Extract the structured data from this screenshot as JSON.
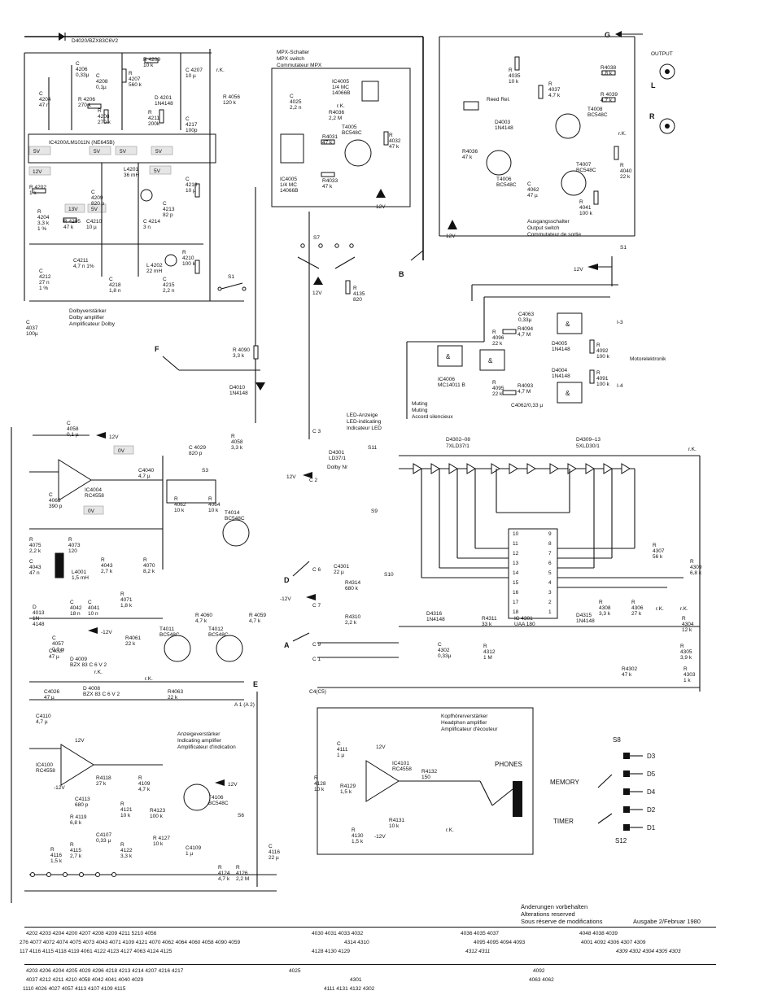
{
  "top_diode_label": "D4020/BZX83C6V2",
  "terminals": {
    "G": "G",
    "B": "B",
    "F": "F",
    "E": "E",
    "D": "D",
    "A": "A",
    "L": "L",
    "R": "R",
    "rk": "r.K."
  },
  "output": {
    "title": "OUTPUT",
    "L": "L",
    "R": "R"
  },
  "mpx": {
    "l1": "MPX-Schalter",
    "l2": "MPX switch",
    "l3": "Commutateur MPX"
  },
  "dolby_ic": "IC4200/LM1011N   (NE645B)",
  "dolby_amp": {
    "l1": "Dolbyverstärker",
    "l2": "Dolby amplifier",
    "l3": "Amplificateur Dolby"
  },
  "reed": "Reed Rel.",
  "out_switch": {
    "l1": "Ausgangsschalter",
    "l2": "Output switch",
    "l3": "Commutateur de sortie"
  },
  "motor": "Motorelektronik",
  "muting": {
    "l1": "Muting",
    "l2": "Muting",
    "l3": "Accord silencieux"
  },
  "led": {
    "l1": "LED-Anzeige",
    "l2": "LED-indicating",
    "l3": "Indicateur LED"
  },
  "led_groups": {
    "g1": "D4302–08",
    "g1b": "7XLD37/1",
    "g2": "D4309–13",
    "g2b": "5XLD30/1"
  },
  "dolby_nr": "Dolby Nr",
  "ind_amp": {
    "l1": "Anzeigeverstärker",
    "l2": "Indicating amplifier",
    "l3": "Amplificateur d'indication"
  },
  "head_amp": {
    "l1": "Kopfhörerverstärker",
    "l2": "Headphon amplifier",
    "l3": "Amplificateur d'écouteur"
  },
  "phones": "PHONES",
  "memory": "MEMORY",
  "timer": "TIMER",
  "s8_outputs": [
    "D3",
    "D5",
    "D4",
    "D2",
    "D1"
  ],
  "switches": {
    "s1": "S1",
    "s3": "S3",
    "s6": "S6",
    "s7": "S7",
    "s8": "S8",
    "s9": "S9",
    "s10": "S10",
    "s11": "S11",
    "s12": "S12"
  },
  "supply": {
    "p12": "12V",
    "m12": "-12V",
    "v5": "5V",
    "v13": "13V",
    "v0": "0V",
    "v12box": "12V"
  },
  "components": {
    "R4209": "R 4209\n10 k",
    "C4207": "C 4207\n10 µ",
    "C4206": "C\n4206\n0,33µ",
    "C4208": "C\n4208\n0,1µ",
    "R4207": "R\n4207\n560 k",
    "R4206": "R 4206\n270 k",
    "D4201": "D 4201\n1N4148",
    "R4056": "R 4056\n120 k",
    "C4204": "C\n4204\n47 n",
    "R4208": "R\n4208\n270 k",
    "R4211": "R\n4211\n200k",
    "C4217": "C\n4217\n100p",
    "IC4005a": "IC4005\n1/4 MC\n14066B",
    "C4025": "C\n4025\n2,2 n",
    "R4036": "R4036\n2,2 M",
    "T4005": "T4005\nBC548C",
    "R4031": "R4031\n47 k",
    "R4032": "R\n4032\n47 k",
    "R4033": "R4033\n47 k",
    "IC4005b": "IC4005\n1/4 MC\n14066B",
    "R4035": "R\n4035\n10 k",
    "R4037": "R\n4037\n4,7 k",
    "T4008": "T4008\nBC548C",
    "R4038": "R4038\n1,8 k",
    "R4039": "R 4039\n4,7 k",
    "D4003": "D4003\n1N4148",
    "R4036b": "R4036\n47 k",
    "T4006": "T4006\nBC548C",
    "T4007": "T4007\nBC548C",
    "C4062": "C\n4062\n47 µ",
    "R4041": "R\n4041\n100 k",
    "R4040": "R\n4040\n22 k",
    "R4202": "R 4202\n1 k",
    "C4209": "C\n4209\n820 p",
    "L4201": "L4201\n36 mH",
    "C4213": "C\n4213\n82 p",
    "R4204": "R\n4204\n3,3 k\n1 %",
    "R4205": "R 4205\n47 k",
    "C4210": "C4210\n10 µ",
    "C4214": "C 4214\n3 n",
    "C4216": "C\n4216\n10 µ",
    "C4211": "C4211\n4,7 n 1%",
    "C4212": "C\n4212\n27 n\n1 %",
    "C4218": "C\n4218\n1,8 n",
    "L4202": "L 4202\n22 mH",
    "R4210": "R\n4210\n100 k",
    "C4215": "C\n4215\n2,2 n",
    "C4037": "C\n4037\n100µ",
    "R4135": "R\n4135\n820",
    "C4063": "C4063\n0,33µ",
    "R4096": "R\n4096\n22 k",
    "R4094": "R4094\n4,7 M",
    "D4005": "D4005\n1N4148",
    "R4092": "R\n4092\n100 k",
    "IC4006": "IC4006\nMC14011 B",
    "D4004": "D4004\n1N4148",
    "R4095": "R\n4095\n22 k",
    "R4093": "R4093\n4,7 M",
    "R4091": "R\n4091\n100 k",
    "C4062b": "C4062/0,33 µ",
    "R4090": "R 4090\n3,3 k",
    "D4010": "D4010\n1N4148",
    "C4058": "C\n4058\n0,1 µ",
    "R4058": "R\n4058\n3,3 k",
    "C4029": "C 4029\n820 p",
    "C4040": "C4040\n4,7 µ",
    "IC4004": "IC4004\nRC4558",
    "C4065": "C\n4065\n390 p",
    "R4062": "R\n4062\n10 k",
    "R4064": "R\n4064\n10 k",
    "T4014": "T4014\nBC548C",
    "D4301": "D4301\nLD37/1",
    "R4075": "R\n4075\n2,2 k",
    "R4073": "R\n4073\n120",
    "R4043": "R\n4043\n2,7 k",
    "R4070": "R\n4070\n8,2 k",
    "C4043": "C\n4043\n47 n",
    "L4001": "L4001\n1,5 mH",
    "C4042": "C\n4042\n18 n",
    "C4041": "C\n4041\n10 n",
    "R4071": "R\n4071\n1,8 k",
    "C4301": "C4301\n22 µ",
    "R4314": "R4314\n680 k",
    "R4310": "R4310\n2,2 k",
    "R4307": "R\n4307\n56 k",
    "R4309": "R\n4309\n6,8 k",
    "D4013": "D\n4013\n1N\n4148",
    "C4057": "C\n4057\n0,1 µ",
    "C4027": "C4027\n47 µ",
    "D4009": "D 4009\nBZX 83 C 6 V 2",
    "R4060": "R 4060\n4,7 k",
    "R4059": "R 4059\n4,7 k",
    "R4061": "R4061\n22 k",
    "T4011": "T4011\nBC548C",
    "T4012": "T4012\nBC548C",
    "D4316": "D4316\n1N4148",
    "R4311": "R4311\n33 k",
    "IC4301": "IC 4301\nUAA 180",
    "D4315": "D4315\n1N4148",
    "R4308": "R\n4308\n3,3 k",
    "R4306": "R\n4306\n27 k",
    "R4304": "R\n4304\n12 k",
    "C4302": "C\n4302\n0,33µ",
    "R4312": "R\n4312\n1 M",
    "R4305": "R\n4305\n3,9 k",
    "C4026": "C4026\n47 µ",
    "D4008": "D 4008\nBZX 83 C 6 V 2",
    "R4063": "R4063\n22 k",
    "R4302": "R4302\n47 k",
    "R4303": "R\n4303\n1 k",
    "C4110": "C4110\n4,7 µ",
    "IC4100": "IC4100\nRC4558",
    "R4118": "R4118\n27 k",
    "R4109": "R\n4109\n4,7 k",
    "T4106": "T4106\nBC548C",
    "C4113": "C4113\n680 p",
    "R4121": "R\n4121\n10 k",
    "R4123": "R4123\n100 k",
    "R4119": "R 4119\n6,8 k",
    "C4107": "C4107\n0,33 µ",
    "R4122": "R\n4122\n3,3 k",
    "R4127": "R 4127\n10 k",
    "C4109": "C4109\n1 µ",
    "R4116": "R\n4116\n1,5 k",
    "R4115": "R\n4115\n2,7 k",
    "R4124": "R\n4124\n4,7 k",
    "R4126": "R\n4126\n2,2 M",
    "C4116": "C\n4116\n22 µ",
    "C4111": "C\n4111\n1 µ",
    "IC4101": "IC4101\nRC4558",
    "R4128": "R\n4128\n10 k",
    "R4129": "R4129\n1,5 k",
    "R4132": "R4132\n150",
    "R4130": "R\n4130\n1,5 k",
    "R4131": "R4131\n10 k"
  },
  "ic_pins": {
    "left": [
      "10",
      "11",
      "12",
      "13",
      "14",
      "15",
      "16",
      "17",
      "18"
    ],
    "right": [
      "9",
      "8",
      "7",
      "6",
      "5",
      "4",
      "3",
      "2",
      "1"
    ]
  },
  "notes": {
    "l1": "Änderungen vorbehalten",
    "l2": "Alterations reserved",
    "l3": "Sous réserve de modifications",
    "edition": "Ausgabe 2/Februar 1980"
  },
  "footer_rows": [
    [
      "4202  4203  4204 4200  4207 4208  4209 4211      5210      4056",
      "4030  4031 4033    4032",
      "4036              4035   4037",
      "4048 4038   4039"
    ],
    [
      "276 4077 4072 4074 4075 4073 4043 4071 4109 4121  4070 4062  4064 4060  4058  4090   4059",
      "4314   4310",
      "4095 4095   4094   4093",
      "4001 4092      4306  4307   4309"
    ],
    [
      "117 4116   4115  4118  4119  4061    4122 4123 4127     4063      4124  4125",
      "4128    4130  4129",
      "4312 4311",
      "4309       4302  4304 4305 4303"
    ],
    [
      "4203  4206 4204   4205 4029  4296 4218 4213  4214 4207 4216 4217",
      "4025",
      "",
      "4092"
    ],
    [
      "4037  4212 4211   4210 4058  4042   4041   4040       4029",
      "4301",
      "",
      "4063   4062"
    ],
    [
      "1110 4026 4027 4057   4113   4107                4109              4115",
      "4111        4131     4132     4302",
      "",
      ""
    ]
  ]
}
